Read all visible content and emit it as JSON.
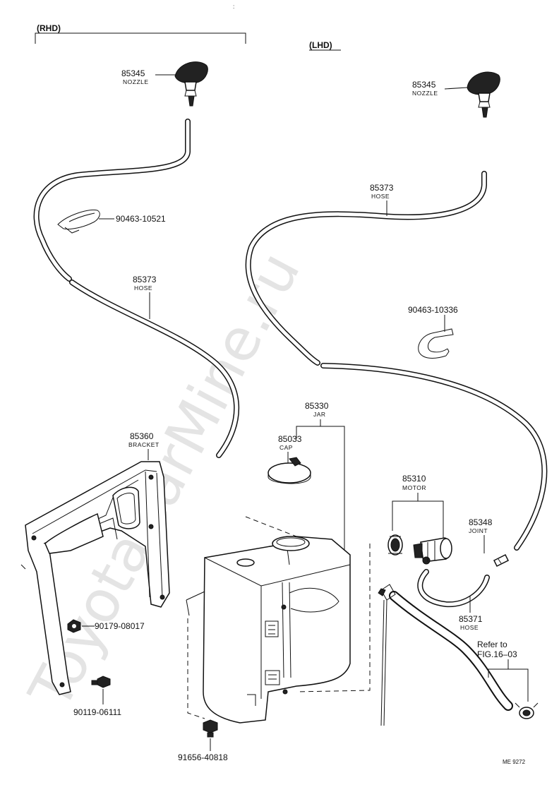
{
  "watermark": "ToyotaCarMine.ru",
  "headers": {
    "rhd": "(RHD)",
    "lhd": "(LHD)"
  },
  "parts": {
    "nozzle_rhd": {
      "number": "85345",
      "name": "NOZZLE"
    },
    "nozzle_lhd": {
      "number": "85345",
      "name": "NOZZLE"
    },
    "clip_rhd": {
      "number": "90463-10521"
    },
    "hose_rhd": {
      "number": "85373",
      "name": "HOSE"
    },
    "hose_lhd": {
      "number": "85373",
      "name": "HOSE"
    },
    "clip_lhd": {
      "number": "90463-10336"
    },
    "jar": {
      "number": "85330",
      "name": "JAR"
    },
    "cap": {
      "number": "85033",
      "name": "CAP"
    },
    "bracket": {
      "number": "85360",
      "name": "BRACKET"
    },
    "motor": {
      "number": "85310",
      "name": "MOTOR"
    },
    "joint": {
      "number": "85348",
      "name": "JOINT"
    },
    "hose_short": {
      "number": "85371",
      "name": "HOSE"
    },
    "nut": {
      "number": "90179-08017"
    },
    "bolt_a": {
      "number": "90119-06111"
    },
    "bolt_b": {
      "number": "91656-40818"
    }
  },
  "reference": {
    "line1": "Refer to",
    "line2": "FIG.16–03"
  },
  "drawing_code": "ME  9272",
  "icons": [
    "nozzle-icon",
    "clip-icon",
    "hose-icon",
    "jar-icon",
    "cap-icon",
    "bracket-icon",
    "motor-icon",
    "grommet-icon",
    "joint-icon",
    "nut-icon",
    "bolt-icon",
    "hose-clamp-icon"
  ]
}
